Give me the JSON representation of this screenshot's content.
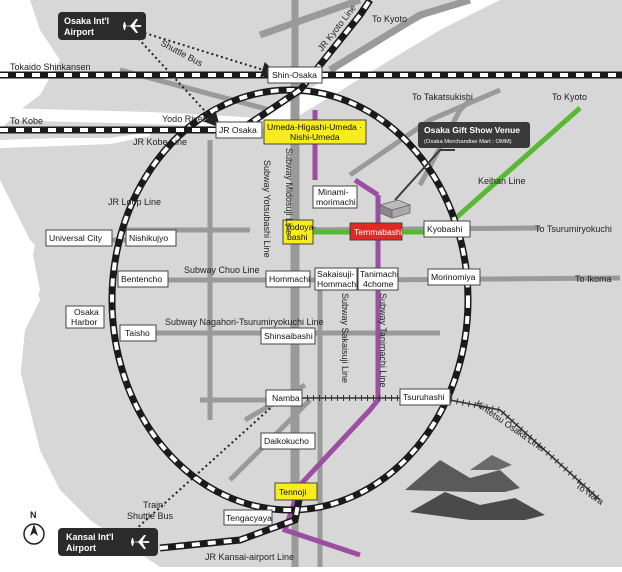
{
  "airports": {
    "itami": {
      "line1": "Osaka Int'l",
      "line2": "Airport"
    },
    "kansai": {
      "line1": "Kansai Int'l",
      "line2": "Airport"
    }
  },
  "compass": "N",
  "stations": {
    "shin_osaka": "Shin-Osaka",
    "jr_osaka": "JR Osaka",
    "umeda_1": "Umeda-Higashi-Umeda ·",
    "umeda_2": "Nishi-Umeda",
    "minamimorimachi_1": "Minami-",
    "minamimorimachi_2": "morimachi",
    "yodoyabashi_1": "Yodoya-",
    "yodoyabashi_2": "bashi",
    "temmabashi": "Temmabashi",
    "kyobashi": "Kyobashi",
    "universal_city": "Universal City",
    "nishikujyo": "Nishikujyo",
    "bentencho": "Bentencho",
    "hommachi": "Hommachi",
    "sakaisuji_1": "Sakaisuji-",
    "sakaisuji_2": "Hommachi",
    "tanimachi_1": "Tanimachi",
    "tanimachi_2": "4chome",
    "morinomiya": "Morinomiya",
    "osaka_harbor_1": "Osaka",
    "osaka_harbor_2": "Harbor",
    "taisho": "Taisho",
    "shinsaibashi": "Shinsaibashi",
    "namba": "Namba",
    "tsuruhashi": "Tsuruhashi",
    "daikokucho": "Daikokucho",
    "tennoji": "Tennoji",
    "tengacyaya": "Tengacyaya"
  },
  "lines": {
    "jr_kyoto_line": "JR Kyoto Line",
    "tokaido_shinkansen": "Tokaido Shinkansen",
    "yodo_river": "Yodo River",
    "jr_kobe_line": "JR Kobe Line",
    "jr_loop_line": "JR Loop Line",
    "subway_midosuji": "Subway Midosuji Line",
    "subway_yotsubashi": "Subway Yotsubashi Line",
    "subway_chuo": "Subway Chuo Line",
    "subway_nagahori": "Subway Nagahori-Tsurumiryokuchi Line",
    "subway_sakaisuji": "Subway Sakaisuji Line",
    "subway_tanimachi": "Subway Tanimachi Line",
    "keihan_line": "Keihan Line",
    "kintetsu_osaka_line": "Kintetsu Osaka Line",
    "jr_kansai_airport_line": "JR Kansai-airport Line",
    "shuttle_bus": "Shuttle Bus",
    "train_shuttle_1": "Train·",
    "train_shuttle_2": "Shuttle Bus"
  },
  "destinations": {
    "to_kyoto_top": "To Kyoto",
    "to_kobe": "To Kobe",
    "to_takatsukishi": "To Takatsukishi",
    "to_kyoto_right": "To Kyoto",
    "to_tsurumiryokuchi": "To Tsurumiryokuchi",
    "to_ikoma": "To Ikoma",
    "to_nara": "To Nara"
  },
  "venue": {
    "line1": "Osaka Gift Show Venue",
    "line2": "(Osaka Merchandise Mart : OMM)"
  },
  "colors": {
    "background": "#ffffff",
    "land": "#d7d7d7",
    "water": "#ffffff",
    "road": "#9a9a9a",
    "jr_rail": "#1a1a1a",
    "keihan": "#59b935",
    "subway_purple": "#9b4fa0",
    "highlight_yellow": "#f7ec1d",
    "highlight_red": "#e02a23",
    "label_dark": "#3a3a3a"
  },
  "icons": {
    "airplane": "airplane-icon",
    "compass": "north-compass-icon",
    "venue_building": "building-icon"
  }
}
